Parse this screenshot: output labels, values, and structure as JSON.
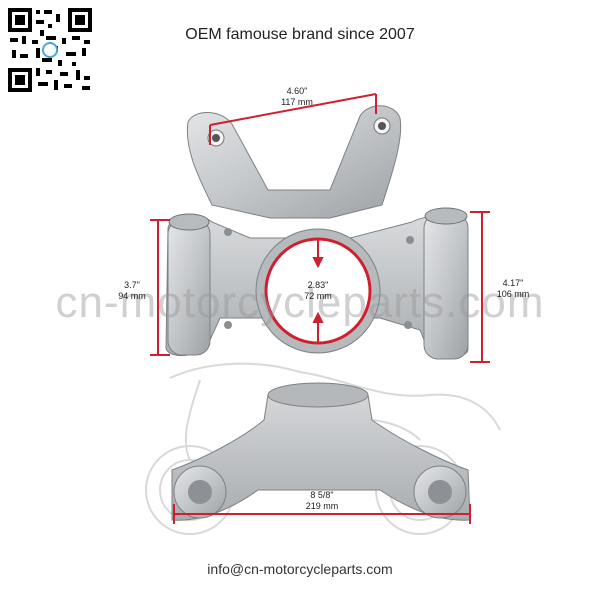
{
  "heading": "OEM famouse brand since 2007",
  "watermark": "cn-motorcycleparts.com",
  "footer_email": "info@cn-motorcycleparts.com",
  "dimensions": {
    "top_width": {
      "imperial": "4.60\"",
      "metric": "117 mm"
    },
    "left_height": {
      "imperial": "3.7\"",
      "metric": "94 mm"
    },
    "center_bore": {
      "imperial": "2.83\"",
      "metric": "72 mm"
    },
    "right_height": {
      "imperial": "4.17\"",
      "metric": "106 mm"
    },
    "bottom_width": {
      "imperial": "8 5/8\"",
      "metric": "219 mm"
    }
  },
  "colors": {
    "accent": "#d0202f",
    "metal": "#c9cbcd",
    "metal_dark": "#9fa2a5"
  }
}
